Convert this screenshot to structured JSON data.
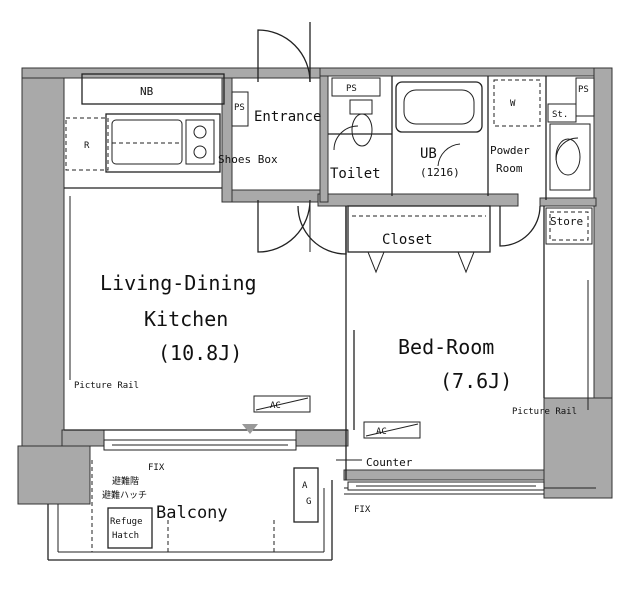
{
  "rooms": {
    "ldk": {
      "name_line1": "Living-Dining",
      "name_line2": "Kitchen",
      "size": "(10.8J)"
    },
    "bedroom": {
      "name": "Bed-Room",
      "size": "(7.6J)"
    },
    "toilet": "Toilet",
    "ub": {
      "name": "UB",
      "size": "(1216)"
    },
    "powder_room": {
      "line1": "Powder",
      "line2": "Room"
    },
    "closet": "Closet",
    "entrance": "Entrance",
    "shoes_box": "Shoes Box",
    "store": "Store",
    "balcony": "Balcony"
  },
  "labels": {
    "nb": "NB",
    "ps": "PS",
    "st": "St.",
    "w": "W",
    "r": "R",
    "ac": "AC",
    "picture_rail": "Picture Rail",
    "counter": "Counter",
    "fix": "FIX",
    "evac_line1": "避難階",
    "evac_line2": "避難ハッチ",
    "refuge_line1": "Refuge",
    "refuge_line2": "Hatch",
    "ag_line1": "A",
    "ag_line2": "G"
  },
  "colors": {
    "wall": "#a9a9a9",
    "line": "#222222",
    "background": "#ffffff"
  }
}
